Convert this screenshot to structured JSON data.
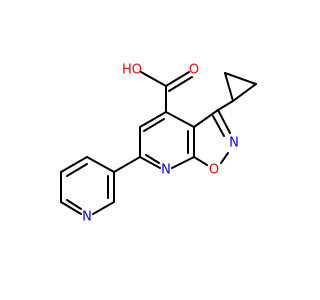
{
  "colors": {
    "background": "#ffffff",
    "bond": "#000000",
    "oxygen": "#ff0000",
    "nitrogen": "#0000ff"
  },
  "labels": {
    "hydroxyl": "HO",
    "carbonyl_o": "O",
    "isoxazole_n": "N",
    "isoxazole_o": "O",
    "pyridine_n": "N",
    "pyridyl_n": "N"
  }
}
